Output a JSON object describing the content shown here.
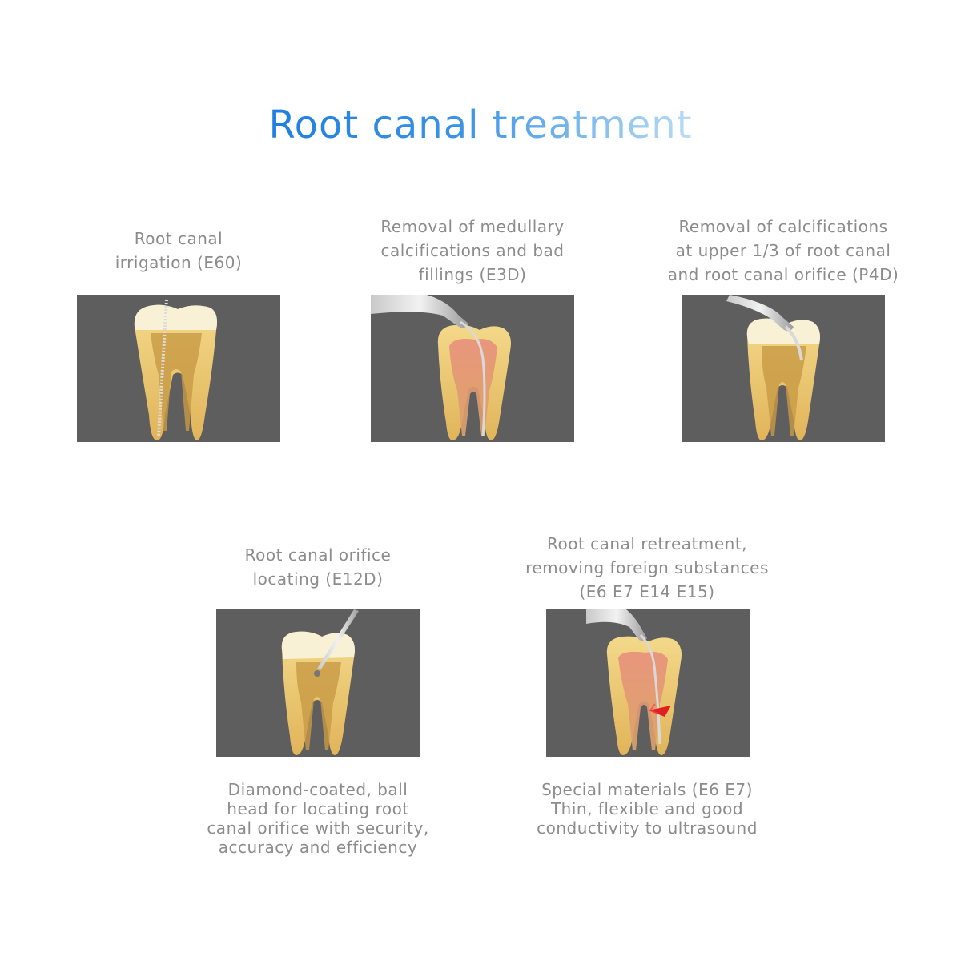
{
  "title": "Root canal treatment",
  "items": [
    {
      "caption": [
        "Root canal",
        "irrigation (E60)"
      ],
      "note": []
    },
    {
      "caption": [
        "Removal of medullary",
        "calcifications and bad",
        "fillings (E3D)"
      ],
      "note": []
    },
    {
      "caption": [
        "Removal of calcifications",
        "at upper 1/3 of root canal",
        "and root canal orifice (P4D)"
      ],
      "note": []
    },
    {
      "caption": [
        "Root canal orifice",
        "locating (E12D)"
      ],
      "note": [
        "Diamond-coated, ball",
        "head for locating root",
        "canal orifice with security,",
        "accuracy and efficiency"
      ]
    },
    {
      "caption": [
        "Root canal retreatment,",
        "removing foreign substances",
        "(E6 E7 E14 E15)"
      ],
      "note": [
        "Special materials (E6 E7)",
        "Thin, flexible and good",
        "conductivity to ultrasound"
      ]
    }
  ],
  "colors": {
    "title": "#2f8ae0",
    "panel_bg": "#5f5e5f",
    "text": "#8c8c8c"
  }
}
